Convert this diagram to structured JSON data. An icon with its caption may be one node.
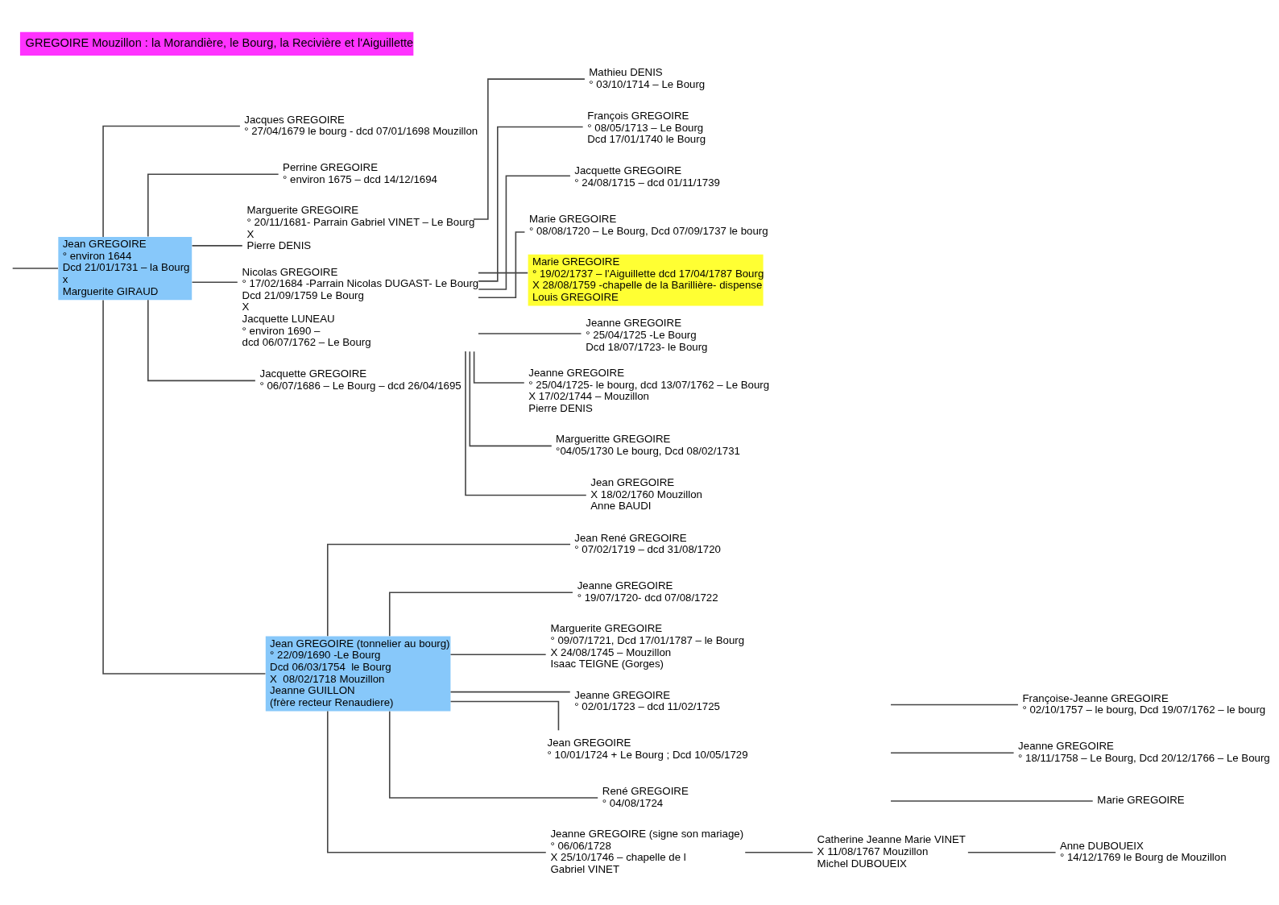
{
  "diagram": {
    "title": "GREGOIRE Mouzillon : la Morandière, le Bourg, la Recivière et l'Aiguillette",
    "nodes": [
      {
        "text": [
          "Jean GREGOIRE",
          "° environ 1644",
          "Dcd 21/01/1731 – la Bourg",
          "x",
          "Marguerite GIRAUD"
        ]
      },
      {
        "text": [
          "Jacques GREGOIRE",
          "° 27/04/1679 le bourg - dcd 07/01/1698 Mouzillon"
        ]
      },
      {
        "text": [
          "Perrine GREGOIRE",
          "° environ 1675 – dcd 14/12/1694"
        ]
      },
      {
        "text": [
          "Marguerite GREGOIRE",
          "° 20/11/1681- Parrain Gabriel VINET – Le Bourg",
          "X",
          "Pierre DENIS"
        ]
      },
      {
        "text": [
          "Mathieu DENIS",
          "° 03/10/1714 – Le Bourg"
        ]
      },
      {
        "text": [
          "Nicolas GREGOIRE",
          "° 17/02/1684 -Parrain Nicolas DUGAST- Le Bourg",
          "Dcd 21/09/1759 Le Bourg",
          "X",
          "Jacquette LUNEAU",
          "° environ 1690 –",
          "dcd 06/07/1762 – Le Bourg"
        ]
      },
      {
        "text": [
          "François GREGOIRE",
          "° 08/05/1713 – Le Bourg",
          "Dcd 17/01/1740 le Bourg"
        ]
      },
      {
        "text": [
          "Jacquette GREGOIRE",
          "° 24/08/1715 – dcd 01/11/1739"
        ]
      },
      {
        "text": [
          "Marie GREGOIRE",
          "° 08/08/1720 – Le Bourg, Dcd 07/09/1737 le bourg"
        ]
      },
      {
        "text": [
          "Marie GREGOIRE",
          "° 19/02/1737 – l'Aiguillette dcd 17/04/1787 Bourg",
          "X 28/08/1759 -chapelle de la Barillière- dispense",
          "Louis GREGOIRE"
        ]
      },
      {
        "text": [
          "Jeanne GREGOIRE",
          "° 25/04/1725 -Le Bourg",
          "Dcd 18/07/1723- le Bourg"
        ]
      },
      {
        "text": [
          "Jeanne GREGOIRE",
          "° 25/04/1725- le bourg, dcd 13/07/1762 – Le Bourg",
          "X 17/02/1744 – Mouzillon",
          "Pierre DENIS"
        ]
      },
      {
        "text": [
          "Margueritte GREGOIRE",
          "°04/05/1730 Le bourg, Dcd 08/02/1731"
        ]
      },
      {
        "text": [
          "Jean GREGOIRE",
          "X 18/02/1760 Mouzillon",
          "Anne BAUDI"
        ]
      },
      {
        "text": [
          "Jacquette GREGOIRE",
          "° 06/07/1686 – Le Bourg – dcd 26/04/1695"
        ]
      },
      {
        "text": [
          "Jean GREGOIRE (tonnelier au bourg)",
          "° 22/09/1690 -Le Bourg",
          "Dcd 06/03/1754  le Bourg",
          "X  08/02/1718 Mouzillon",
          "Jeanne GUILLON",
          "(frère recteur Renaudiere)"
        ]
      },
      {
        "text": [
          "Jean René GREGOIRE",
          "° 07/02/1719 – dcd 31/08/1720"
        ]
      },
      {
        "text": [
          "Jeanne GREGOIRE",
          "° 19/07/1720- dcd 07/08/1722"
        ]
      },
      {
        "text": [
          "Marguerite GREGOIRE",
          "° 09/07/1721, Dcd 17/01/1787 – le Bourg",
          "X 24/08/1745 – Mouzillon",
          "Isaac TEIGNE (Gorges)"
        ]
      },
      {
        "text": [
          "Jeanne GREGOIRE",
          "° 02/01/1723 – dcd 11/02/1725"
        ]
      },
      {
        "text": [
          "Jean GREGOIRE",
          "° 10/01/1724 + Le Bourg ; Dcd 10/05/1729"
        ]
      },
      {
        "text": [
          "René GREGOIRE",
          "° 04/08/1724"
        ]
      },
      {
        "text": [
          "Jeanne GREGOIRE (signe son mariage)",
          "° 06/06/1728",
          "X 25/10/1746 – chapelle de l",
          "Gabriel VINET"
        ]
      },
      {
        "text": [
          "Catherine Jeanne Marie VINET",
          "X 11/08/1767 Mouzillon",
          "Michel DUBOUEIX"
        ]
      },
      {
        "text": [
          "Anne DUBOUEIX",
          "° 14/12/1769 le Bourg de Mouzillon"
        ]
      },
      {
        "text": [
          "Françoise-Jeanne GREGOIRE",
          "° 02/10/1757 – le bourg, Dcd 19/07/1762 – le bourg"
        ]
      },
      {
        "text": [
          "Jeanne GREGOIRE",
          "° 18/11/1758 – Le Bourg, Dcd 20/12/1766 – Le Bourg"
        ]
      },
      {
        "text": [
          "Marie GREGOIRE"
        ]
      }
    ],
    "edges": [
      {
        "from": 0,
        "to": null,
        "arrow": "none"
      },
      {
        "from": 0,
        "to": 1,
        "arrow": "none"
      },
      {
        "from": 0,
        "to": 2,
        "arrow": "none"
      },
      {
        "from": 0,
        "to": 3,
        "arrow": "none"
      },
      {
        "from": 3,
        "to": 4,
        "arrow": "none"
      },
      {
        "from": 0,
        "to": 5,
        "arrow": "none"
      },
      {
        "from": 5,
        "to": 6,
        "arrow": "none"
      },
      {
        "from": 5,
        "to": 7,
        "arrow": "none"
      },
      {
        "from": 5,
        "to": 8,
        "arrow": "none"
      },
      {
        "from": 5,
        "to": 9,
        "arrow": "none"
      },
      {
        "from": 5,
        "to": 10,
        "arrow": "none"
      },
      {
        "from": 5,
        "to": 11,
        "arrow": "none"
      },
      {
        "from": 5,
        "to": 12,
        "arrow": "none"
      },
      {
        "from": 5,
        "to": 13,
        "arrow": "none"
      },
      {
        "from": 0,
        "to": 14,
        "arrow": "none"
      },
      {
        "from": 0,
        "to": 15,
        "arrow": "none"
      },
      {
        "from": 15,
        "to": 16,
        "arrow": "none"
      },
      {
        "from": 15,
        "to": 17,
        "arrow": "none"
      },
      {
        "from": 15,
        "to": 18,
        "arrow": "none"
      },
      {
        "from": 15,
        "to": 19,
        "arrow": "none"
      },
      {
        "from": 15,
        "to": 20,
        "arrow": "none"
      },
      {
        "from": 15,
        "to": 21,
        "arrow": "none"
      },
      {
        "from": 15,
        "to": 22,
        "arrow": "none"
      },
      {
        "from": 22,
        "to": 23,
        "arrow": "none"
      },
      {
        "from": 23,
        "to": 24,
        "arrow": "none"
      },
      {
        "from": null,
        "to": 25,
        "arrow": "none"
      },
      {
        "from": null,
        "to": 26,
        "arrow": "none"
      },
      {
        "from": null,
        "to": 27,
        "arrow": "none"
      }
    ]
  }
}
